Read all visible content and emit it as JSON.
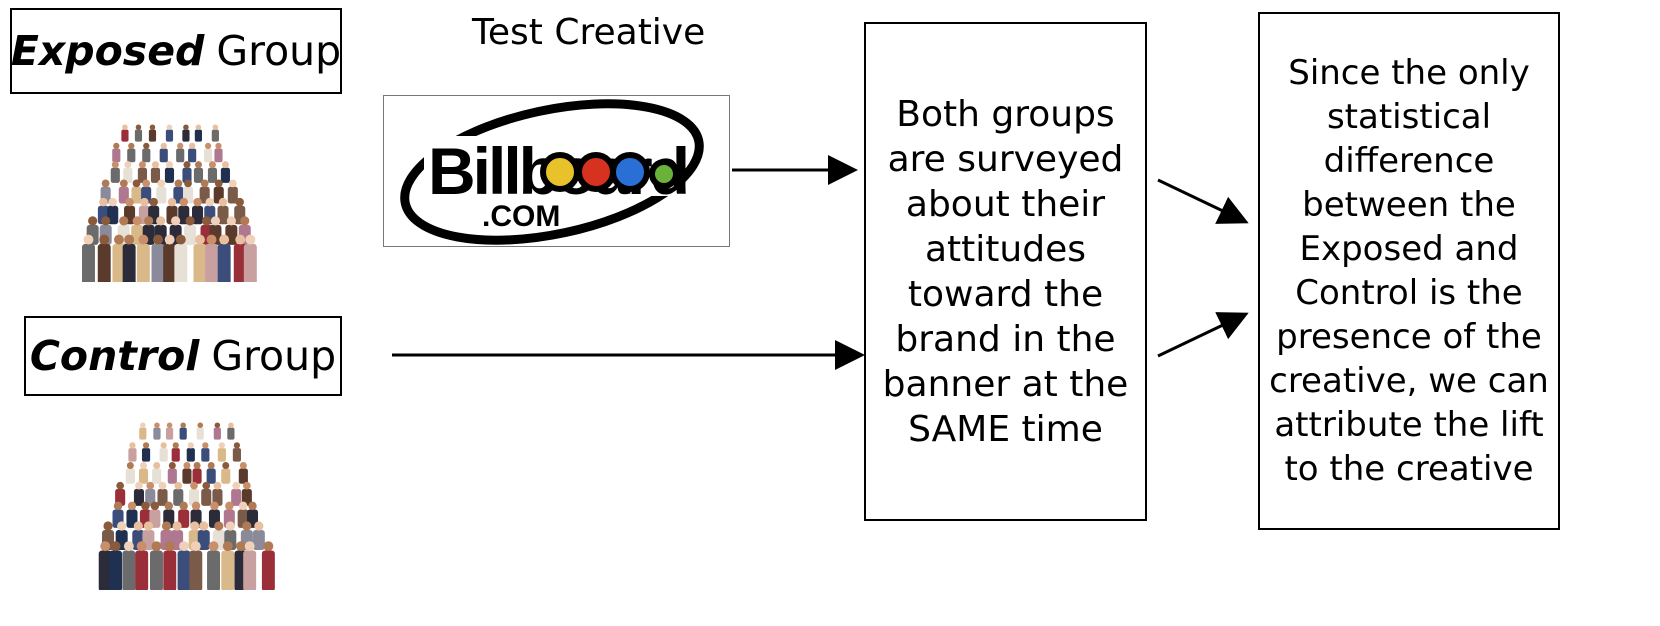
{
  "exposed_group": {
    "emphasis": "Exposed",
    "rest": "Group"
  },
  "control_group": {
    "emphasis": "Control",
    "rest": "Group"
  },
  "test_creative": {
    "title": "Test Creative",
    "logo_main": "Billboard",
    "logo_sub": ".COM",
    "logo_colors": [
      "#e8c22a",
      "#d6321f",
      "#2a6fd6",
      "#6ab23a"
    ]
  },
  "survey_box": {
    "text": "Both groups are surveyed about their attitudes toward the brand in the banner at the SAME time"
  },
  "conclusion_box": {
    "text": "Since the only statistical difference between the Exposed and Control is the presence of the creative, we can attribute the lift to the creative"
  }
}
